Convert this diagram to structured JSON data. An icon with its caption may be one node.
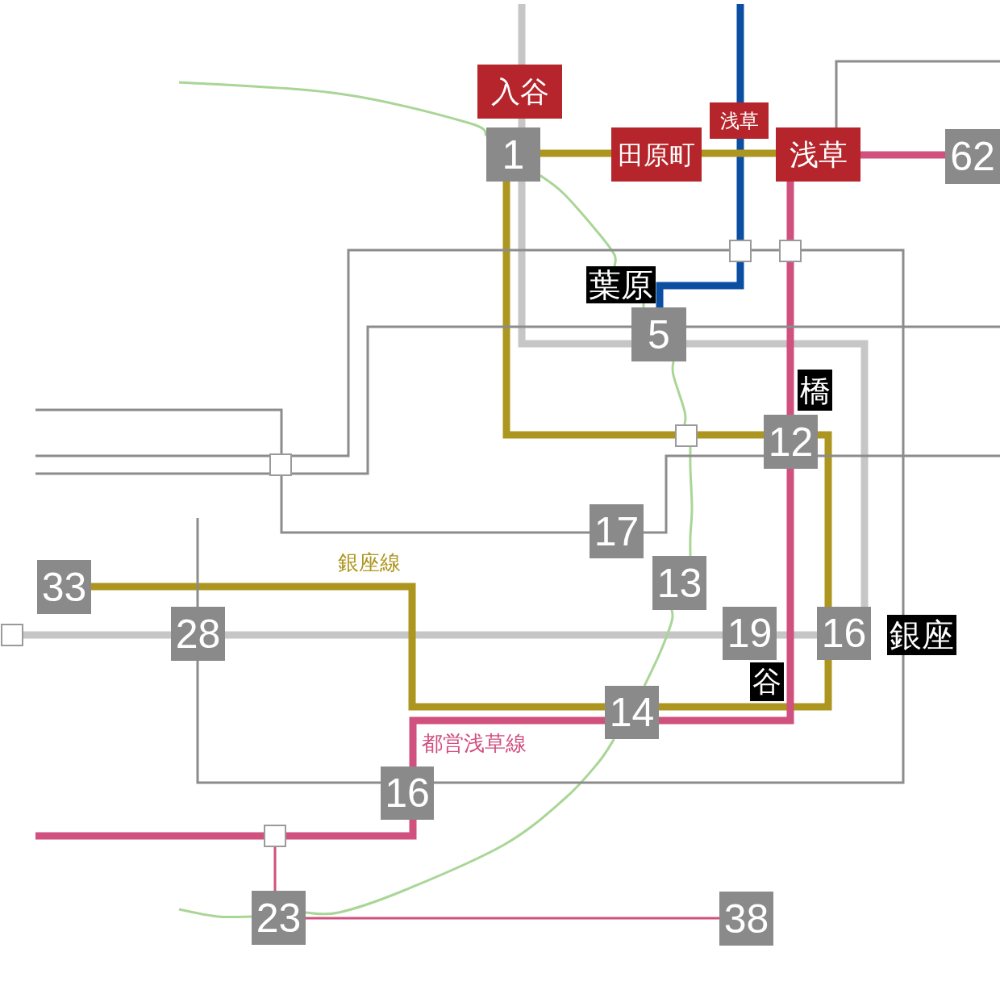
{
  "diagram": {
    "nodes": [
      {
        "text": [
          "入谷"
        ]
      },
      {
        "text": [
          "浅草"
        ]
      },
      {
        "text": [
          "1"
        ]
      },
      {
        "text": [
          "田原町"
        ]
      },
      {
        "text": [
          "浅草"
        ]
      },
      {
        "text": [
          "62"
        ]
      },
      {
        "text": [],
        "shape": "box"
      },
      {
        "text": [],
        "shape": "box"
      },
      {
        "text": [
          "葉原"
        ]
      },
      {
        "text": [
          "5"
        ]
      },
      {
        "text": [
          "橋"
        ]
      },
      {
        "text": [],
        "shape": "box"
      },
      {
        "text": [
          "12"
        ]
      },
      {
        "text": [],
        "shape": "box"
      },
      {
        "text": [
          "17"
        ]
      },
      {
        "text": [
          "13"
        ]
      },
      {
        "text": [
          "33"
        ]
      },
      {
        "text": [],
        "shape": "box"
      },
      {
        "text": [
          "28"
        ]
      },
      {
        "text": [
          "19"
        ]
      },
      {
        "text": [
          "16"
        ]
      },
      {
        "text": [
          "銀座"
        ]
      },
      {
        "text": [
          "谷"
        ]
      },
      {
        "text": [
          "14"
        ]
      },
      {
        "text": [
          "16"
        ]
      },
      {
        "text": [],
        "shape": "box"
      },
      {
        "text": [
          "23"
        ]
      },
      {
        "text": [
          "38"
        ]
      }
    ],
    "edges": [
      {
        "from": 4,
        "to": null,
        "arrow": "none"
      },
      {
        "from": null,
        "to": 0,
        "arrow": "none",
        "style": "thick",
        "color": "#c6c6c6"
      },
      {
        "from": 0,
        "to": 2,
        "arrow": "none",
        "style": "thick",
        "color": "#c6c6c6"
      },
      {
        "from": 2,
        "to": 9,
        "arrow": "none",
        "style": "thick",
        "color": "#c6c6c6"
      },
      {
        "from": 9,
        "to": 20,
        "arrow": "none",
        "style": "thick",
        "color": "#c6c6c6"
      },
      {
        "from": 20,
        "to": 19,
        "arrow": "none",
        "style": "thick",
        "color": "#c6c6c6"
      },
      {
        "from": 19,
        "to": 18,
        "arrow": "none",
        "style": "thick",
        "color": "#c6c6c6"
      },
      {
        "from": 18,
        "to": 17,
        "arrow": "none",
        "style": "thick",
        "color": "#c6c6c6"
      },
      {
        "from": null,
        "to": 1,
        "arrow": "none",
        "style": "thick",
        "color": "#0b4ea2"
      },
      {
        "from": 1,
        "to": 6,
        "arrow": "none",
        "style": "thick",
        "color": "#0b4ea2"
      },
      {
        "from": 6,
        "to": 9,
        "arrow": "none",
        "style": "thick",
        "color": "#0b4ea2"
      },
      {
        "from": 2,
        "to": 3,
        "arrow": "none",
        "style": "thick",
        "color": "#ad961f"
      },
      {
        "from": 3,
        "to": 4,
        "arrow": "none",
        "style": "thick",
        "color": "#ad961f"
      },
      {
        "from": 2,
        "to": 11,
        "arrow": "none",
        "style": "thick",
        "color": "#ad961f"
      },
      {
        "from": 11,
        "to": 12,
        "arrow": "none",
        "style": "thick",
        "color": "#ad961f"
      },
      {
        "from": 12,
        "to": 20,
        "arrow": "none",
        "style": "thick",
        "color": "#ad961f"
      },
      {
        "from": 20,
        "to": 23,
        "arrow": "none",
        "style": "thick",
        "color": "#ad961f"
      },
      {
        "from": 23,
        "to": 16,
        "arrow": "none",
        "style": "thick",
        "color": "#ad961f"
      },
      {
        "from": 4,
        "to": 5,
        "arrow": "none",
        "style": "thick",
        "color": "#d0507e"
      },
      {
        "from": 4,
        "to": 7,
        "arrow": "none",
        "style": "thick",
        "color": "#d0507e"
      },
      {
        "from": 7,
        "to": 12,
        "arrow": "none",
        "style": "thick",
        "color": "#d0507e"
      },
      {
        "from": 12,
        "to": 23,
        "arrow": "none",
        "style": "thick",
        "color": "#d0507e"
      },
      {
        "from": 23,
        "to": 24,
        "arrow": "none",
        "style": "thick",
        "color": "#d0507e"
      },
      {
        "from": 24,
        "to": 25,
        "arrow": "none",
        "style": "thick",
        "color": "#d0507e"
      },
      {
        "from": 25,
        "to": null,
        "arrow": "none",
        "style": "thick",
        "color": "#d0507e"
      },
      {
        "from": 25,
        "to": 26,
        "arrow": "none",
        "color": "#d0507e"
      },
      {
        "from": 26,
        "to": 27,
        "arrow": "none",
        "color": "#d0507e"
      },
      {
        "from": null,
        "to": 2,
        "arrow": "none",
        "color": "#a9d696"
      },
      {
        "from": 2,
        "to": 8,
        "arrow": "none",
        "color": "#a9d696"
      },
      {
        "from": 8,
        "to": 9,
        "arrow": "none",
        "color": "#a9d696"
      },
      {
        "from": 9,
        "to": 11,
        "arrow": "none",
        "color": "#a9d696"
      },
      {
        "from": 11,
        "to": 15,
        "arrow": "none",
        "color": "#a9d696"
      },
      {
        "from": 15,
        "to": 23,
        "arrow": "none",
        "color": "#a9d696"
      },
      {
        "from": 23,
        "to": 26,
        "arrow": "none",
        "color": "#a9d696"
      },
      {
        "from": 26,
        "to": null,
        "arrow": "none",
        "color": "#a9d696"
      },
      {
        "from": null,
        "to": 13,
        "arrow": "none"
      },
      {
        "from": 13,
        "to": 14,
        "arrow": "none"
      },
      {
        "from": 14,
        "to": 12,
        "arrow": "none"
      },
      {
        "from": 12,
        "to": null,
        "arrow": "none"
      },
      {
        "from": null,
        "to": 13,
        "arrow": "none"
      },
      {
        "from": 13,
        "to": 6,
        "arrow": "none"
      },
      {
        "from": 6,
        "to": 7,
        "arrow": "none"
      },
      {
        "from": 7,
        "to": 21,
        "arrow": "none"
      },
      {
        "from": 21,
        "to": 24,
        "arrow": "none"
      },
      {
        "from": 24,
        "to": 18,
        "arrow": "none"
      },
      {
        "from": 18,
        "to": null,
        "arrow": "none"
      },
      {
        "from": null,
        "to": 13,
        "arrow": "none"
      },
      {
        "from": 13,
        "to": 9,
        "arrow": "none"
      },
      {
        "from": 9,
        "to": null,
        "arrow": "none"
      }
    ],
    "labels": [
      "銀座線",
      "都営浅草線"
    ]
  }
}
